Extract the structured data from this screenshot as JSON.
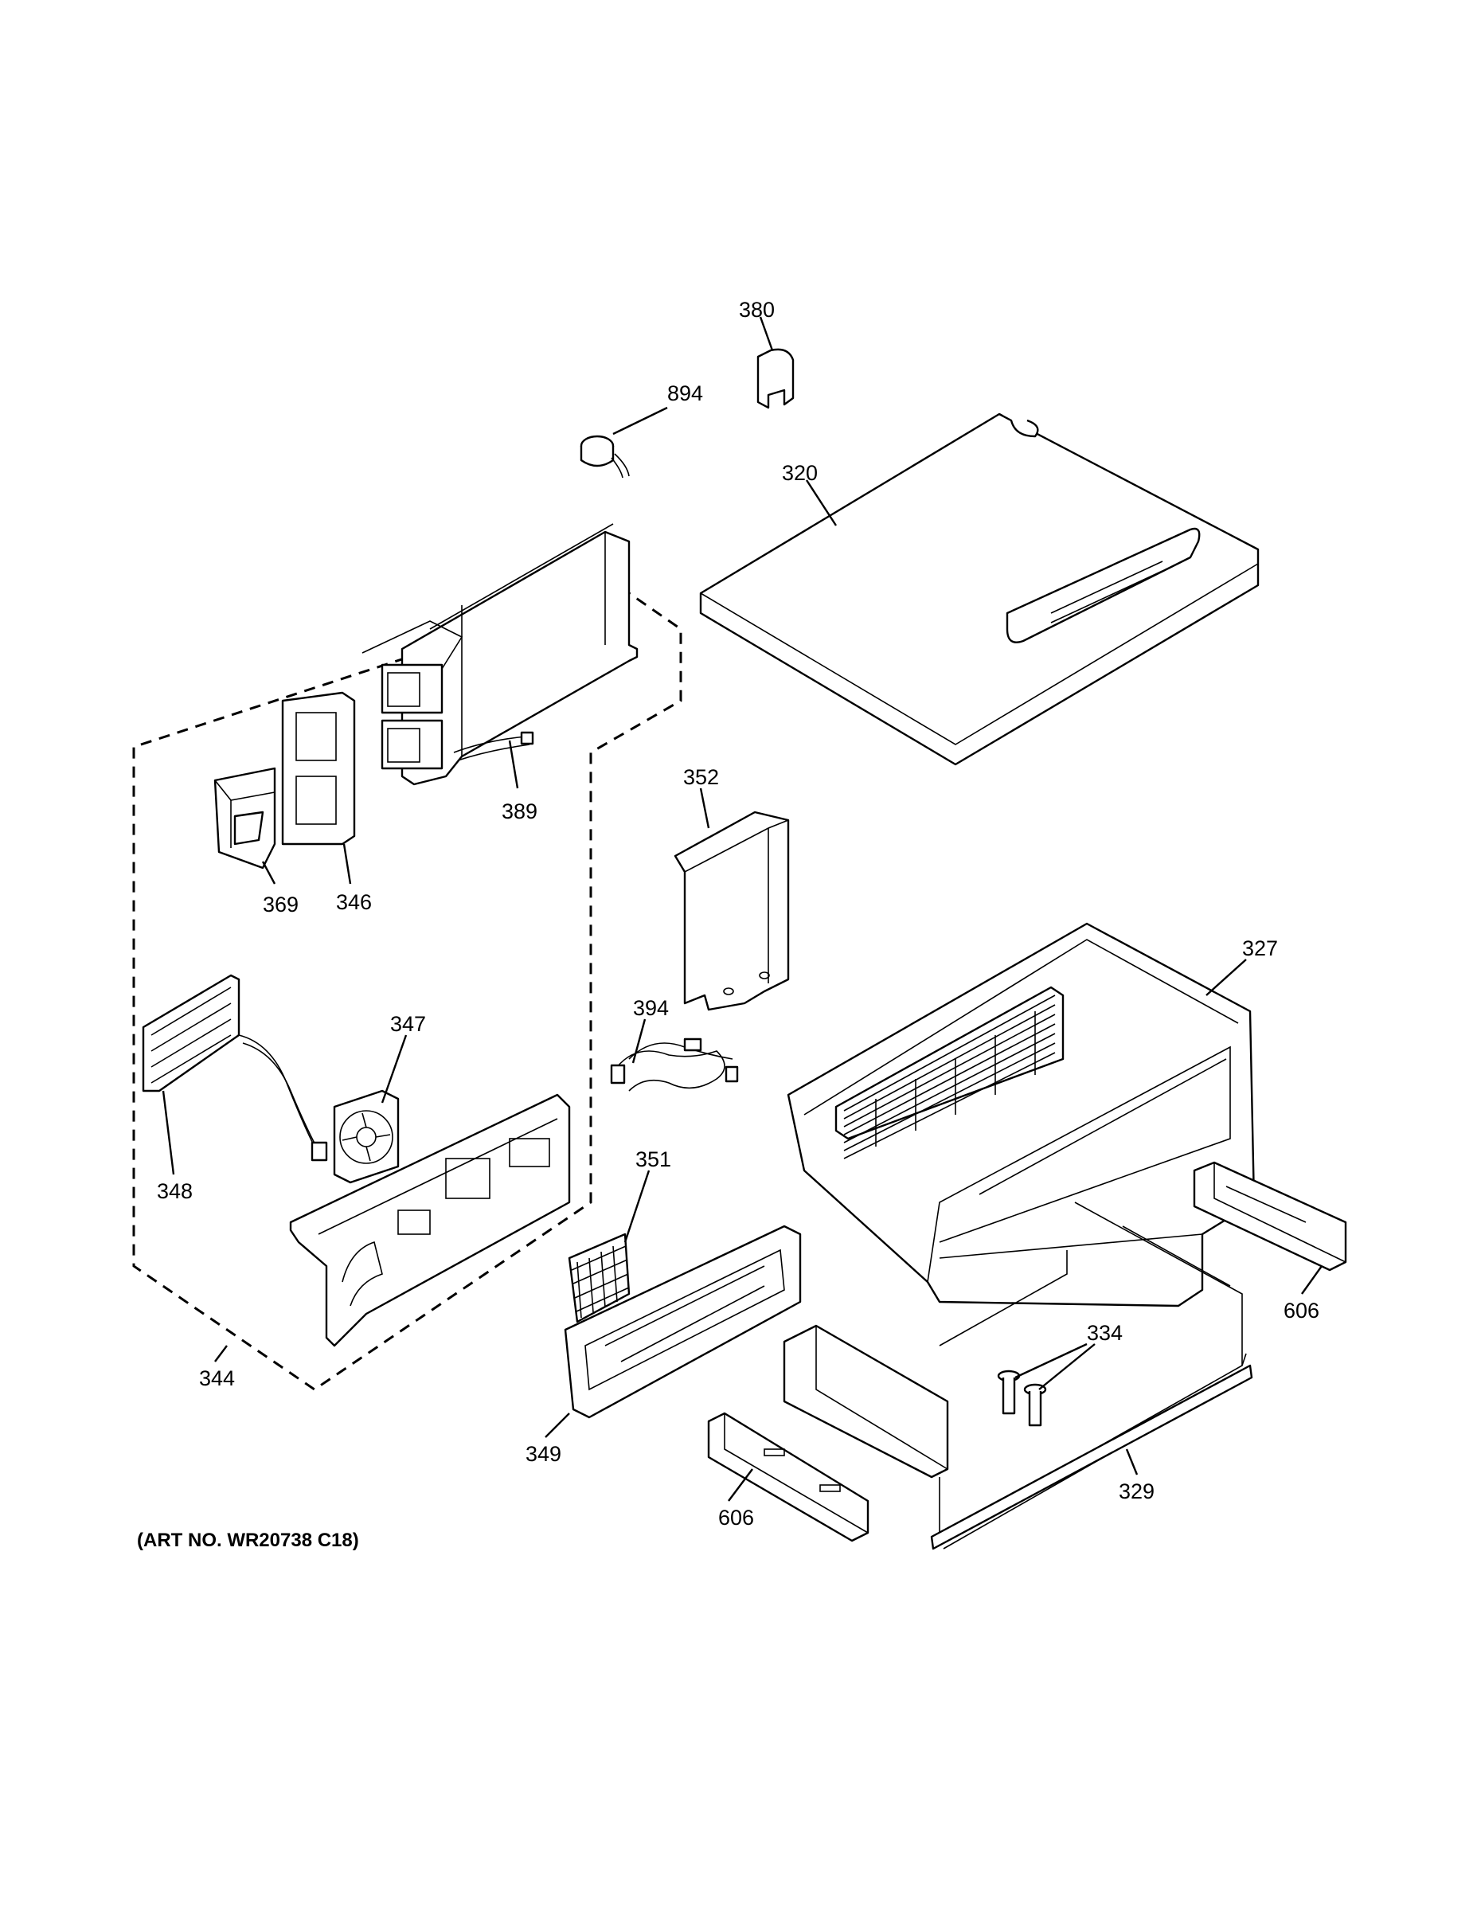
{
  "diagram": {
    "art_number": "(ART NO. WR20738 C18)",
    "callouts": {
      "c380": "380",
      "c894": "894",
      "c320": "320",
      "c352": "352",
      "c389": "389",
      "c369": "369",
      "c346": "346",
      "c327": "327",
      "c394": "394",
      "c347": "347",
      "c348": "348",
      "c351": "351",
      "c606a": "606",
      "c334": "334",
      "c344": "344",
      "c349": "349",
      "c329": "329",
      "c606b": "606"
    }
  }
}
